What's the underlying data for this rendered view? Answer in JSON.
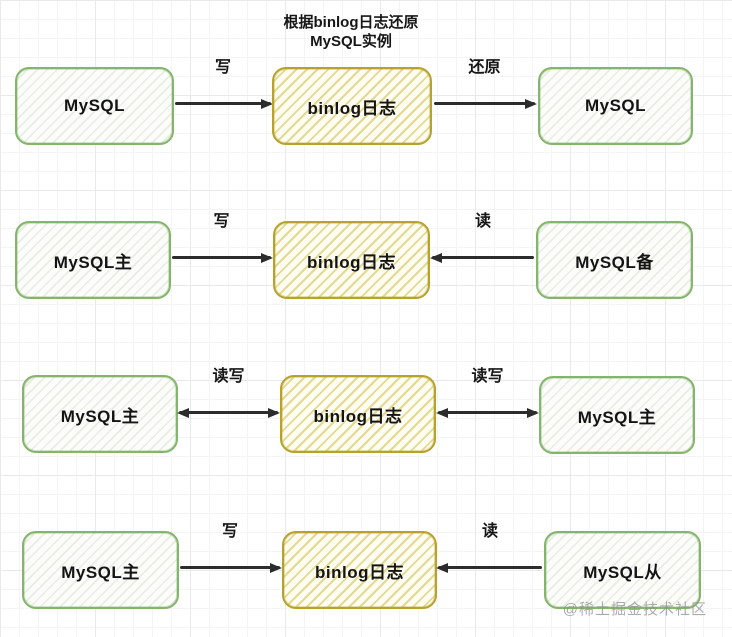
{
  "title": {
    "line1": "根据binlog日志还原",
    "line2": "MySQL实例"
  },
  "watermark": "@稀土掘金技术社区",
  "colors": {
    "node_green_border": "#85b46c",
    "node_yellow_border": "#b7a22c",
    "arrow": "#2c2c2c",
    "grid_line": "#e9e9ec"
  },
  "rows": [
    {
      "left": {
        "label": "MySQL"
      },
      "center": {
        "label": "binlog日志"
      },
      "right": {
        "label": "MySQL"
      },
      "left_arrow": {
        "label": "写",
        "dir": "right"
      },
      "right_arrow": {
        "label": "还原",
        "dir": "right"
      }
    },
    {
      "left": {
        "label": "MySQL主"
      },
      "center": {
        "label": "binlog日志"
      },
      "right": {
        "label": "MySQL备"
      },
      "left_arrow": {
        "label": "写",
        "dir": "right"
      },
      "right_arrow": {
        "label": "读",
        "dir": "left"
      }
    },
    {
      "left": {
        "label": "MySQL主"
      },
      "center": {
        "label": "binlog日志"
      },
      "right": {
        "label": "MySQL主"
      },
      "left_arrow": {
        "label": "读写",
        "dir": "both"
      },
      "right_arrow": {
        "label": "读写",
        "dir": "both"
      }
    },
    {
      "left": {
        "label": "MySQL主"
      },
      "center": {
        "label": "binlog日志"
      },
      "right": {
        "label": "MySQL从"
      },
      "left_arrow": {
        "label": "写",
        "dir": "right"
      },
      "right_arrow": {
        "label": "读",
        "dir": "left"
      }
    }
  ]
}
